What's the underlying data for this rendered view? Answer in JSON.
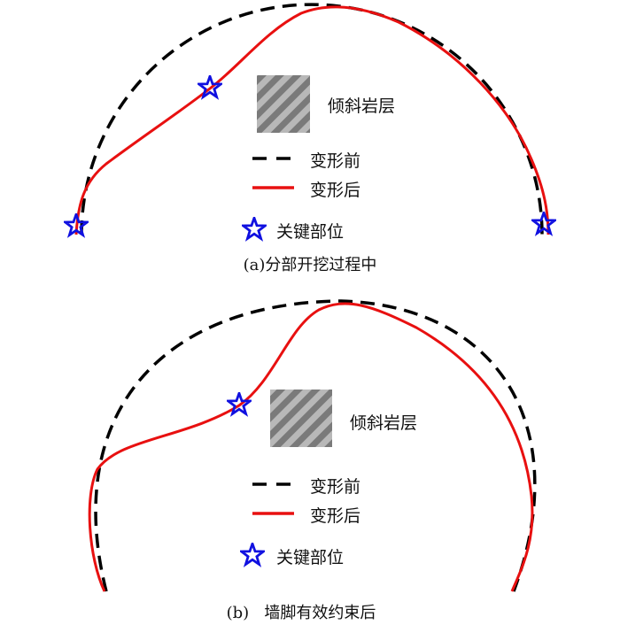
{
  "colors": {
    "before": "#000000",
    "after": "#e81010",
    "key": "#1010e0",
    "hatch_dark": "#7a7a7a",
    "hatch_light": "#b8b8b8"
  },
  "panel_a": {
    "rock_label": "倾斜岩层",
    "legend_before": "变形前",
    "legend_after": "变形后",
    "legend_key": "关键部位",
    "caption": "(a)分部开挖过程中"
  },
  "panel_b": {
    "rock_label": "倾斜岩层",
    "legend_before": "变形前",
    "legend_after": "变形后",
    "legend_key": "关键部位",
    "caption": "(b)   墙脚有效约束后"
  }
}
